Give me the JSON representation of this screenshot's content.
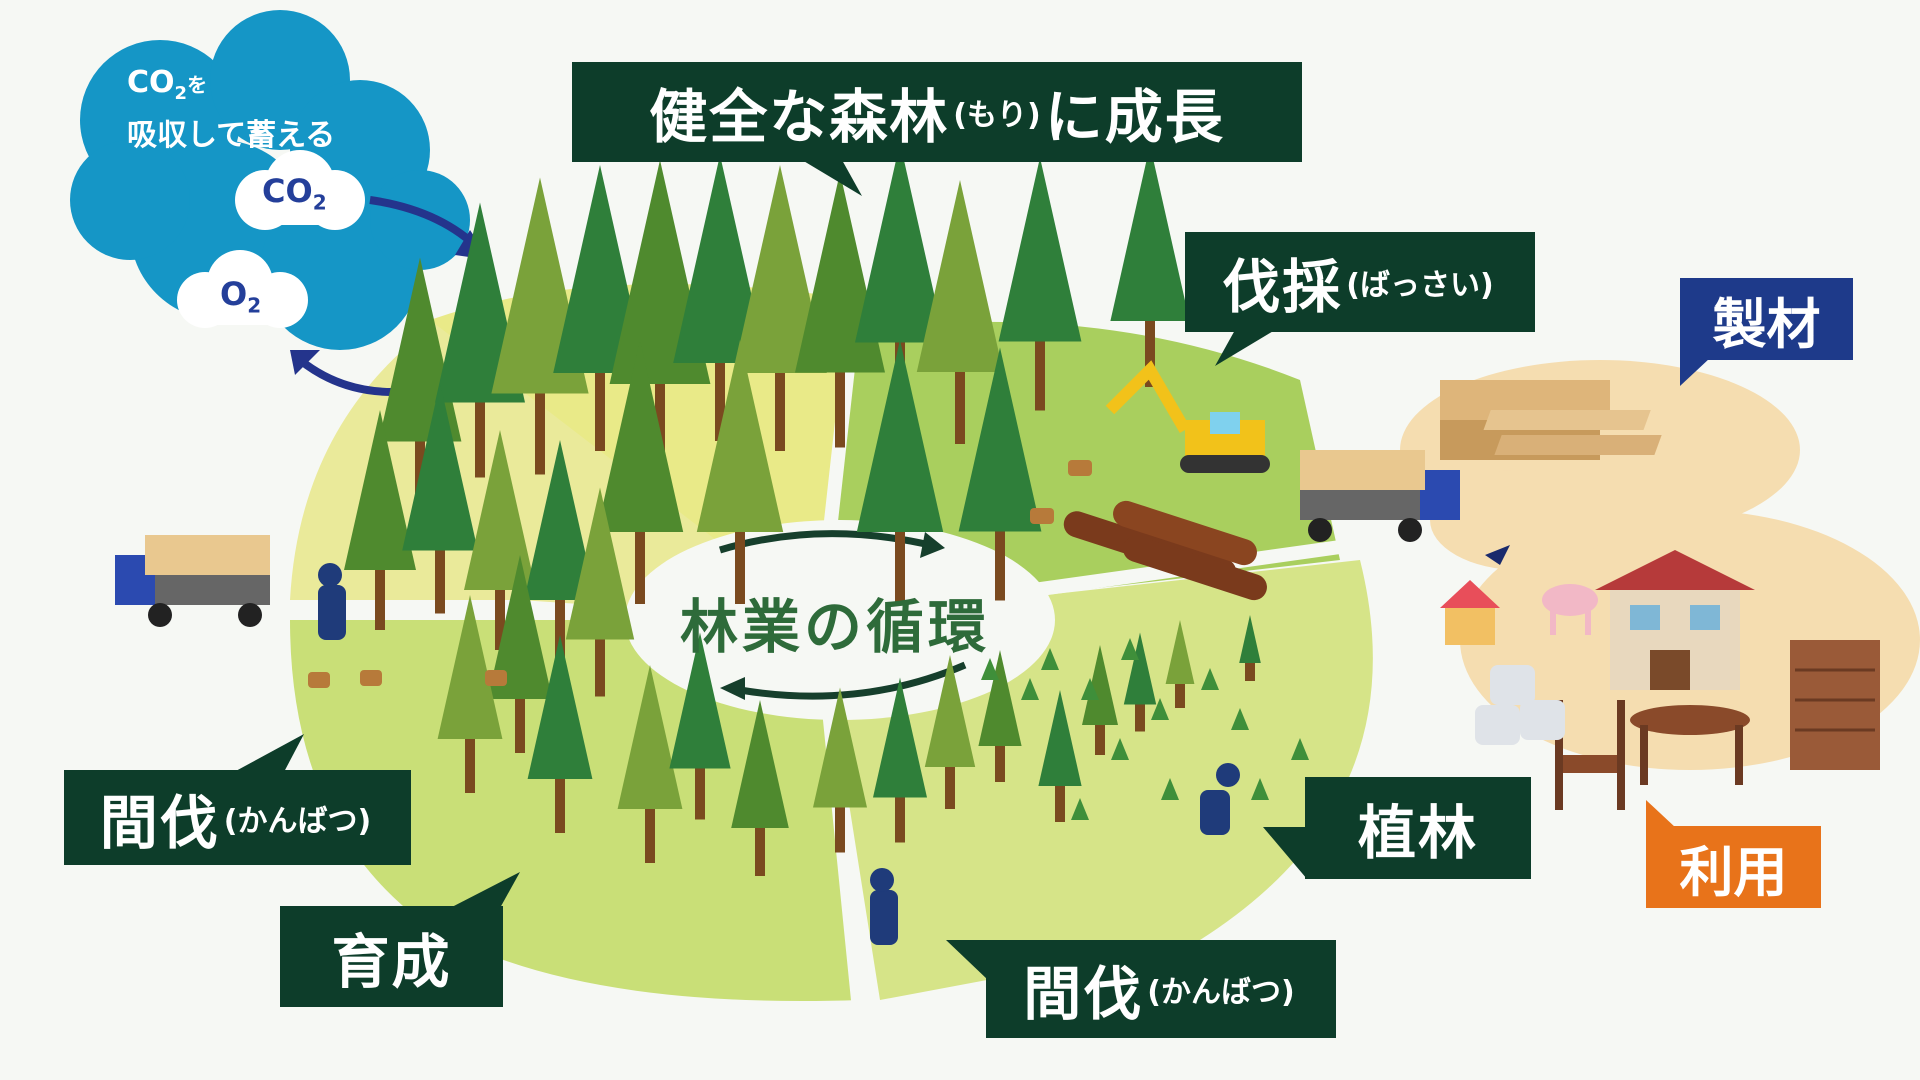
{
  "center_title": "林業の循環",
  "co2_cloud": {
    "line1_a": "CO",
    "line1_sub": "2",
    "line1_b": "を",
    "line2": "吸収して蓄える"
  },
  "gas_co2": {
    "main": "CO",
    "sub": "2"
  },
  "gas_o2": {
    "main": "O",
    "sub": "2"
  },
  "labels": {
    "growth_top": {
      "main_a": "健全な森林",
      "reading": "(もり)",
      "main_b": "に成長"
    },
    "logging": {
      "main": "伐採",
      "reading": "(ばっさい)"
    },
    "thinning_left": {
      "main": "間伐",
      "reading": "(かんばつ)"
    },
    "nurturing": {
      "main": "育成"
    },
    "planting": {
      "main": "植林"
    },
    "thinning_bottom": {
      "main": "間伐",
      "reading": "(かんばつ)"
    },
    "sawmill": {
      "main": "製材"
    },
    "use": {
      "main": "利用"
    }
  },
  "colors": {
    "label_bg": "#0d3d2a",
    "cloud": "#1596c6",
    "sawmill_bg": "#1e3a8a",
    "use_bg": "#e8731a",
    "center_text": "#2e6b3a"
  }
}
